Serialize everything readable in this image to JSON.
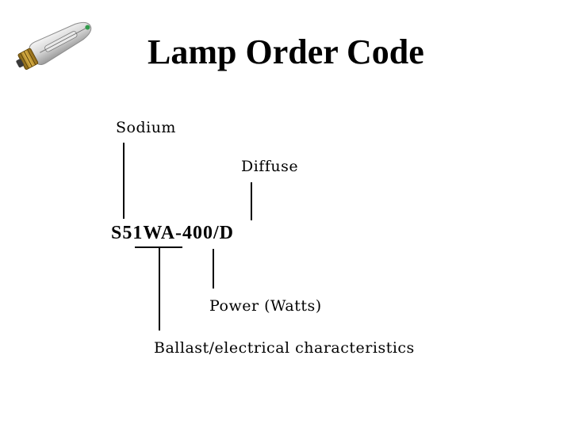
{
  "title": "Lamp Order Code",
  "logo_icon": "sodium-lamp-bulb-icon",
  "order_code": "S51WA-400/D",
  "labels": {
    "sodium": "Sodium",
    "diffuse": "Diffuse",
    "power": "Power (Watts)",
    "ballast": "Ballast/electrical characteristics"
  },
  "colors": {
    "text": "#000000",
    "background": "#ffffff"
  }
}
